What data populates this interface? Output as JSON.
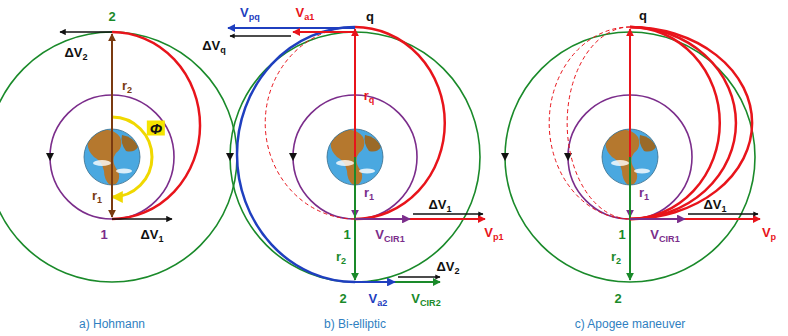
{
  "diagram": {
    "labels": [
      "2",
      "ΔV2",
      "r2",
      "Φ",
      "r1",
      "1",
      "ΔV1",
      "a) Hohmann",
      "Vpq",
      "Va1",
      "ΔVq",
      "q",
      "rq",
      "r1",
      "1",
      "ΔV1",
      "VCIR1",
      "Vp1",
      "r2",
      "2",
      "ΔV2",
      "Va2",
      "VCIR2",
      "b) Bi-elliptic",
      "q",
      "r1",
      "1",
      "ΔV1",
      "VCIR1",
      "Vp",
      "r2",
      "2",
      "c) Apogee maneuver"
    ]
  }
}
